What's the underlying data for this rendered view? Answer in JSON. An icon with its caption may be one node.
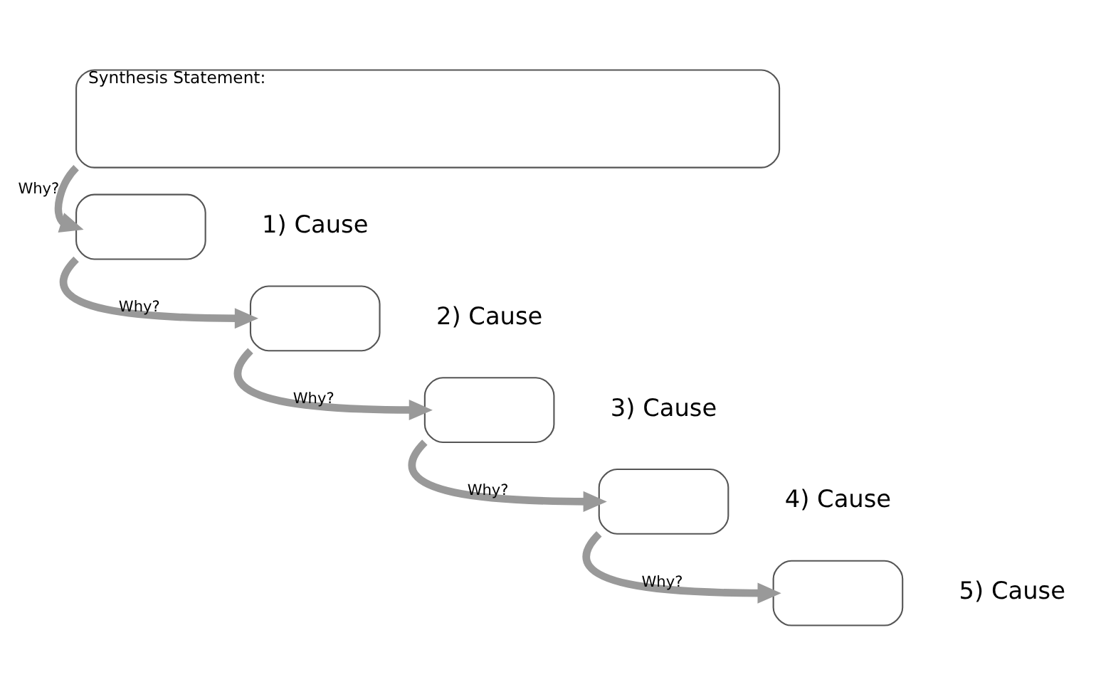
{
  "diagram": {
    "nodes": [
      {
        "text": [
          "Synthesis Statement:"
        ]
      },
      {
        "text": [],
        "shape": "box",
        "beside": [
          "1) Cause"
        ]
      },
      {
        "text": [],
        "shape": "box",
        "beside": [
          "2) Cause"
        ]
      },
      {
        "text": [],
        "shape": "box",
        "beside": [
          "3) Cause"
        ]
      },
      {
        "text": [],
        "shape": "box",
        "beside": [
          "4) Cause"
        ]
      },
      {
        "text": [],
        "shape": "box",
        "beside": [
          "5) Cause"
        ]
      }
    ],
    "edges": [
      {
        "from": 0,
        "to": 1,
        "arrow": "to",
        "label": "Why?"
      },
      {
        "from": 1,
        "to": 2,
        "arrow": "to",
        "label": "Why?"
      },
      {
        "from": 2,
        "to": 3,
        "arrow": "to",
        "label": "Why?"
      },
      {
        "from": 3,
        "to": 4,
        "arrow": "to",
        "label": "Why?"
      },
      {
        "from": 4,
        "to": 5,
        "arrow": "to",
        "label": "Why?"
      }
    ]
  }
}
